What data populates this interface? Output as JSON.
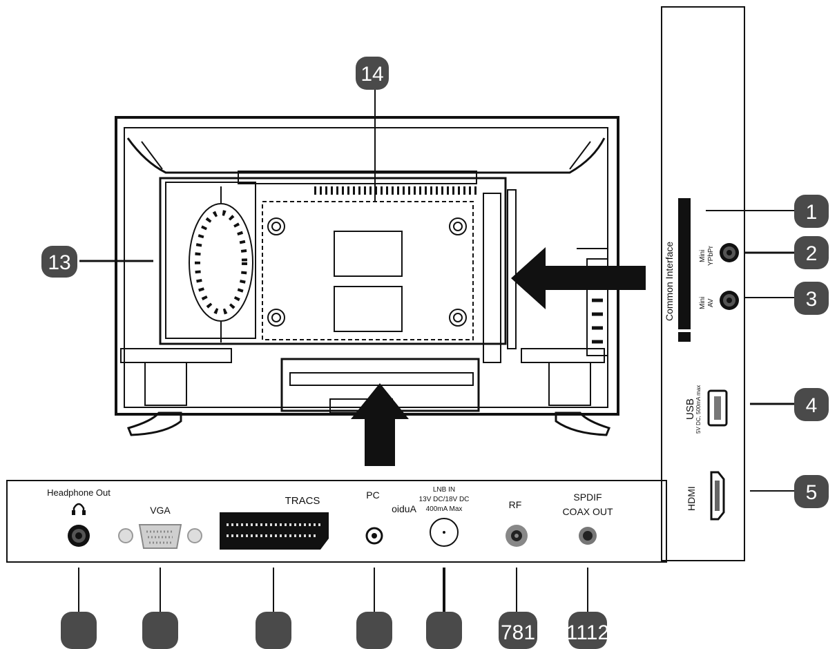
{
  "callouts": {
    "c1": "1",
    "c2": "2",
    "c3": "3",
    "c4": "4",
    "c5": "5",
    "c13": "13",
    "c14": "14",
    "bottom_badges": [
      "",
      "",
      "",
      "",
      "",
      "781",
      "1112"
    ]
  },
  "side_panel": {
    "common_interface": "Common Interface",
    "mini_ypbpr_line1": "Mini",
    "mini_ypbpr_line2": "YPbPr",
    "mini_av_line1": "Mini",
    "mini_av_line2": "AV",
    "usb": "USB",
    "usb_spec": "5V DC, 500mA max",
    "hdmi": "HDMI"
  },
  "bottom_panel": {
    "headphone_out": "Headphone Out",
    "vga": "VGA",
    "scart": "TRACS",
    "pc": "PC",
    "audio": "oiduA",
    "lnb_in_line1": "LNB IN",
    "lnb_in_line2": "13V DC/18V DC",
    "lnb_in_line3": "400mA Max",
    "rf": "RF",
    "spdif_line1": "SPDIF",
    "spdif_line2": "COAX OUT"
  },
  "colors": {
    "badge": "#4a4a4a",
    "line": "#111111"
  }
}
